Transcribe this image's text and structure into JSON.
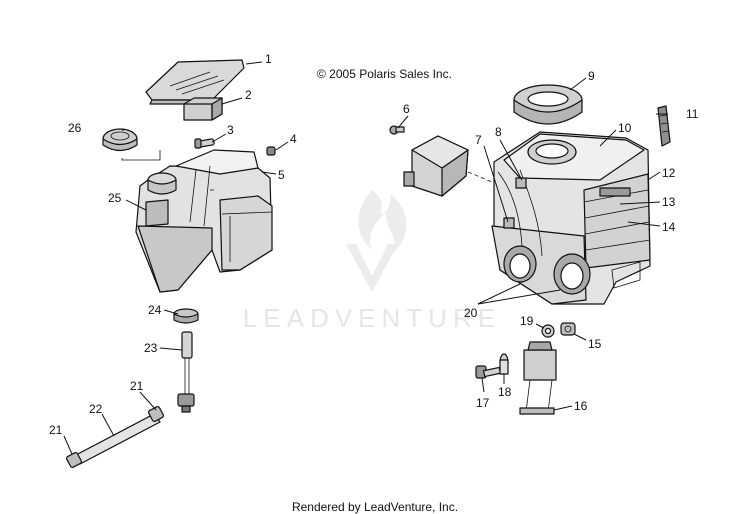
{
  "copyright": "© 2005 Polaris Sales Inc.",
  "footer": "Rendered by LeadVenture, Inc.",
  "watermark": "LEADVENTURE",
  "callouts": {
    "c1": "1",
    "c2": "2",
    "c3": "3",
    "c4": "4",
    "c5": "5",
    "c6": "6",
    "c7": "7",
    "c8": "8",
    "c9": "9",
    "c10": "10",
    "c11": "11",
    "c12": "12",
    "c13": "13",
    "c14": "14",
    "c15": "15",
    "c16": "16",
    "c17": "17",
    "c18": "18",
    "c19": "19",
    "c20": "20",
    "c21a": "21",
    "c21b": "21",
    "c22": "22",
    "c23": "23",
    "c24": "24",
    "c25": "25",
    "c26": "26"
  }
}
